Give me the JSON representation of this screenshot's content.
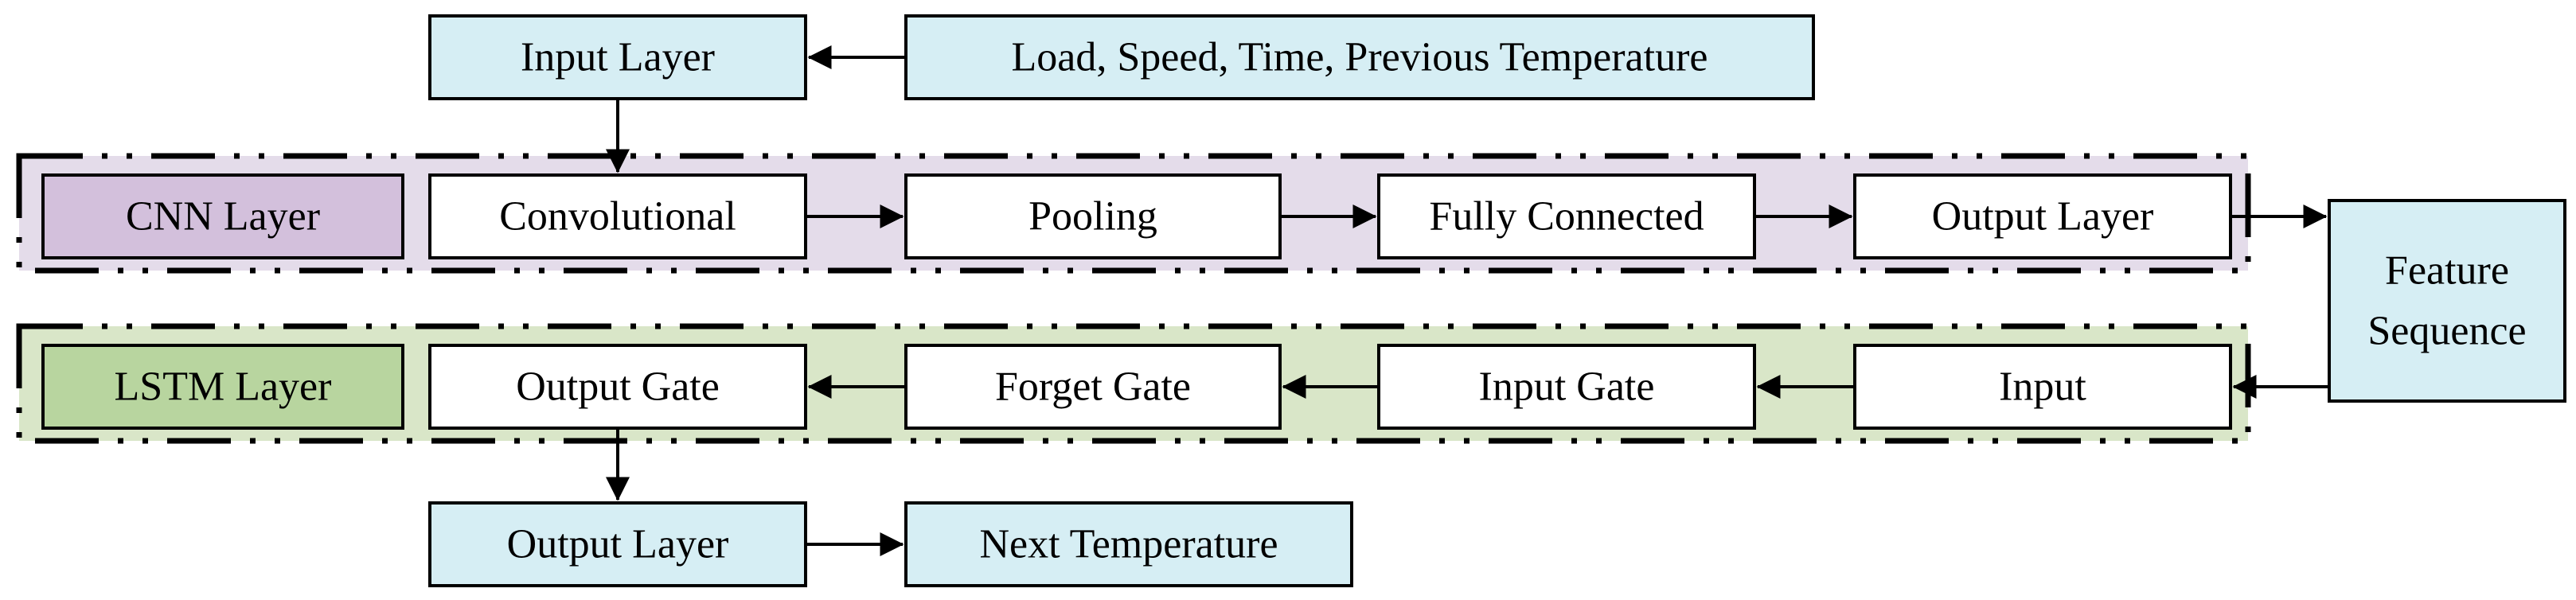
{
  "colors": {
    "cyan_box": "#d6eef4",
    "cnn_band": "#e4dcea",
    "cnn_label": "#d3c0dc",
    "lstm_band": "#d9e6c8",
    "lstm_label": "#b8d59f",
    "white_box": "#ffffff",
    "stroke": "#000000"
  },
  "top": {
    "input_layer": "Input Layer",
    "inputs": "Load, Speed, Time, Previous Temperature"
  },
  "cnn": {
    "label": "CNN Layer",
    "convolutional": "Convolutional",
    "pooling": "Pooling",
    "fully_connected": "Fully Connected",
    "output_layer": "Output Layer"
  },
  "feature_sequence": {
    "line1": "Feature",
    "line2": "Sequence"
  },
  "lstm": {
    "label": "LSTM Layer",
    "output_gate": "Output Gate",
    "forget_gate": "Forget Gate",
    "input_gate": "Input Gate",
    "input": "Input"
  },
  "bottom": {
    "output_layer": "Output Layer",
    "next_temperature": "Next Temperature"
  }
}
